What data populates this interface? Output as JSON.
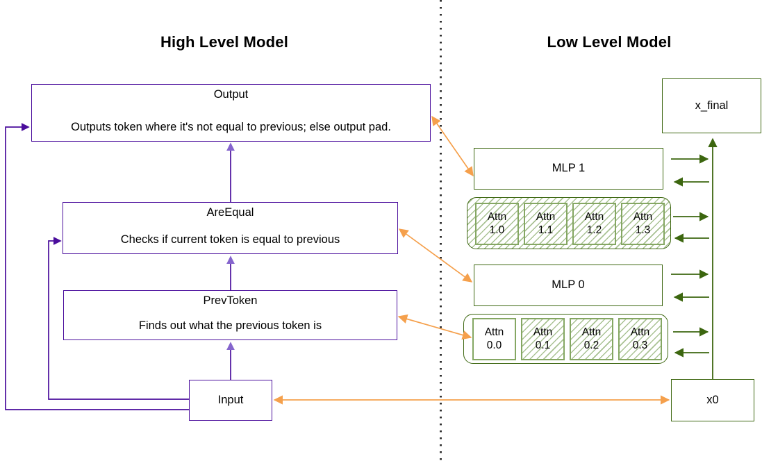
{
  "section_titles": {
    "high_level": "High Level Model",
    "low_level": "Low Level Model"
  },
  "high_level_model": {
    "output": {
      "title": "Output",
      "description": "Outputs token where it's not equal to previous; else output pad."
    },
    "are_equal": {
      "title": "AreEqual",
      "description": "Checks if current token is equal to previous"
    },
    "prev_token": {
      "title": "PrevToken",
      "description": "Finds out what the previous token is"
    },
    "input": {
      "title": "Input"
    }
  },
  "low_level_model": {
    "x_final": {
      "label": "x_final"
    },
    "mlp_1": {
      "label": "MLP 1"
    },
    "attn_layer_1": [
      {
        "label_line1": "Attn",
        "label_line2": "1.0",
        "hatched": true
      },
      {
        "label_line1": "Attn",
        "label_line2": "1.1",
        "hatched": true
      },
      {
        "label_line1": "Attn",
        "label_line2": "1.2",
        "hatched": true
      },
      {
        "label_line1": "Attn",
        "label_line2": "1.3",
        "hatched": true
      }
    ],
    "mlp_0": {
      "label": "MLP 0"
    },
    "attn_layer_0": [
      {
        "label_line1": "Attn",
        "label_line2": "0.0",
        "hatched": false
      },
      {
        "label_line1": "Attn",
        "label_line2": "0.1",
        "hatched": true
      },
      {
        "label_line1": "Attn",
        "label_line2": "0.2",
        "hatched": true
      },
      {
        "label_line1": "Attn",
        "label_line2": "0.3",
        "hatched": true
      }
    ],
    "x0": {
      "label": "x0"
    }
  },
  "colors": {
    "purple_box_and_lines": "#4a0d9c",
    "violet_arrowhead": "#8565cd",
    "orange_arrows": "#f5a04c",
    "green_box_and_lines": "#3c660f",
    "green_hatch": "#a9c293",
    "green_cell_border": "#85a763",
    "separator_dots": "#333333",
    "text": "#000000"
  }
}
